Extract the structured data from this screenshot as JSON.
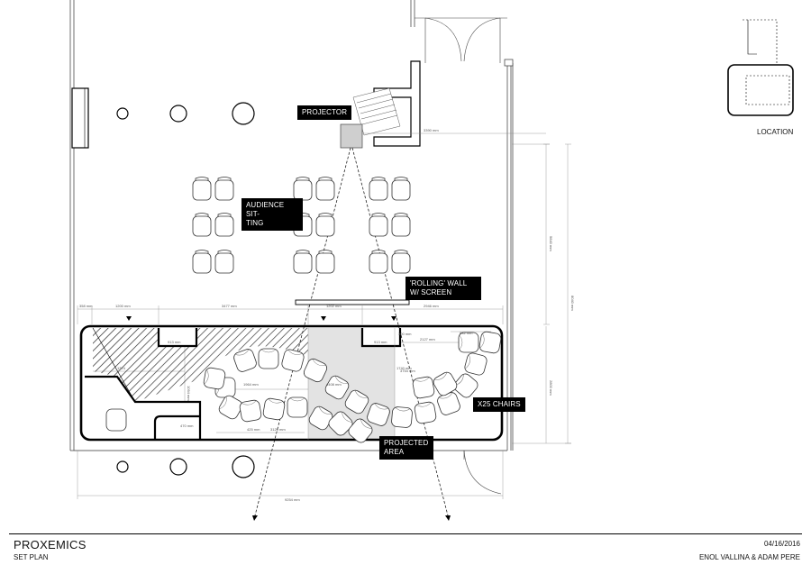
{
  "labels": {
    "projector": "PROJECTOR",
    "audience": "AUDIENCE SIT-\nTING",
    "rolling_wall": "'ROLLING' WALL\nW/ SCREEN",
    "chairs": "x25 CHAIRS",
    "projected_area": "PROJECTED\nAREA",
    "location": "LOCATION"
  },
  "title_block": {
    "project": "PROXEMICS",
    "sheet": "SET PLAN",
    "date": "04/16/2016",
    "authors": "ENOL VALLINA &  ADAM PERE"
  },
  "dimensions": {
    "d1": "358 mm",
    "d2": "1200 mm",
    "d3": "3477 mm",
    "d4": "1202 mm",
    "d5": "2946 mm",
    "d6": "3390 mm",
    "d7": "5840 mm",
    "d8": "8040 mm",
    "d9": "2800 mm",
    "d10": "913 mm",
    "d11": "913 mm",
    "d12": "1374",
    "d13": "1094 mm",
    "d14": "1740 mm",
    "d15": "3129 mm",
    "d16": "425 mm",
    "d17": "2127 mm",
    "d18": "832 mm",
    "d19": "3754 mm",
    "d20": "1964 mm",
    "d21": "4408 mm",
    "d22": "9254 mm",
    "d23": "470 mm",
    "d24": "300 mm"
  }
}
